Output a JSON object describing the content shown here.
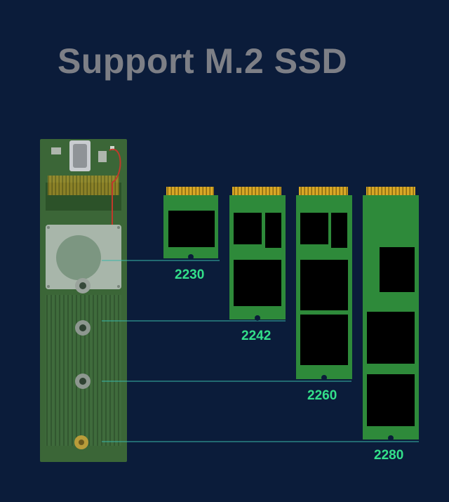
{
  "title": "Support M.2 SSD",
  "sizes": [
    {
      "label": "2230"
    },
    {
      "label": "2242"
    },
    {
      "label": "2260"
    },
    {
      "label": "2280"
    }
  ],
  "colors": {
    "background": "#0b1c3a",
    "title": "#7d7f86",
    "label": "#33e08a",
    "pcb": "#2e8a3a",
    "gold_finger": "#d9a826",
    "chip": "#000000",
    "guide_line": "#3ab7a8"
  }
}
